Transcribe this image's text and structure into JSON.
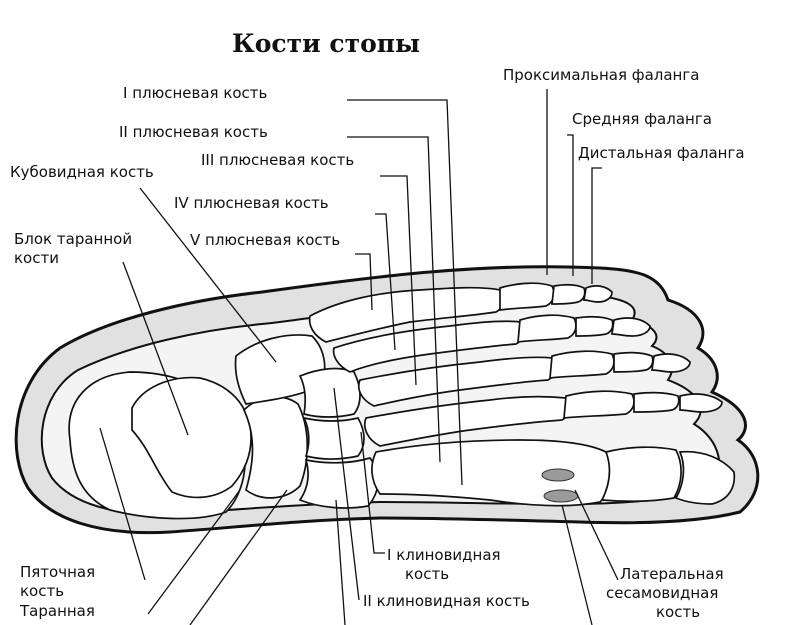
{
  "title": "Кости стопы",
  "labels": {
    "metatarsal_1": "I плюсневая кость",
    "metatarsal_2": "II плюсневая кость",
    "metatarsal_3": "III плюсневая кость",
    "metatarsal_4": "IV плюсневая кость",
    "metatarsal_5": "V плюсневая кость",
    "cuboid": "Кубовидная кость",
    "talus_block_line1": "Блок таранной",
    "talus_block_line2": "кости",
    "proximal_phalanx": "Проксимальная фаланга",
    "middle_phalanx": "Средняя фаланга",
    "distal_phalanx": "Дистальная фаланга",
    "calcaneus_line1": "Пяточная",
    "calcaneus_line2": "кость",
    "talus": "Таранная",
    "cuneiform_1_line1": "I клиновидная",
    "cuneiform_1_line2": "кость",
    "cuneiform_2": "II клиновидная кость",
    "lateral_sesamoid_line1": "Латеральная",
    "lateral_sesamoid_line2": "сесамовидная",
    "lateral_sesamoid_line3": "кость"
  }
}
